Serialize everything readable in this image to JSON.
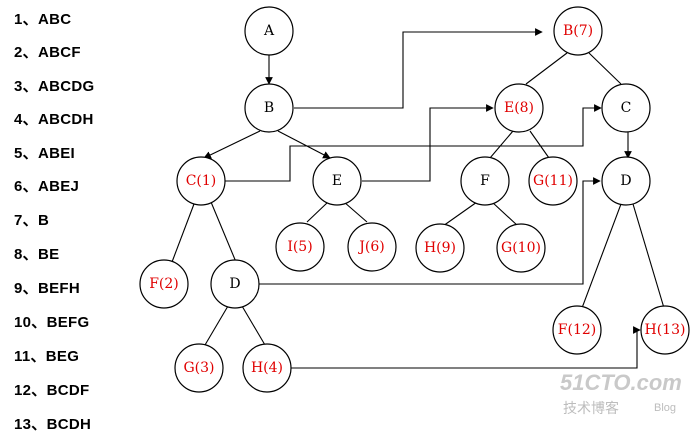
{
  "paths": [
    "1、ABC",
    "2、ABCF",
    "3、ABCDG",
    "4、ABCDH",
    "5、ABEI",
    "6、ABEJ",
    "7、B",
    "8、BE",
    "9、BEFH",
    "10、BEFG",
    "11、BEG",
    "12、BCDF",
    "13、BCDH"
  ],
  "nodes": {
    "A": "A",
    "B": "B",
    "C1": "C(1)",
    "E": "E",
    "F2": "F(2)",
    "D": "D",
    "I5": "I(5)",
    "J6": "J(6)",
    "G3": "G(3)",
    "H4": "H(4)",
    "B7": "B(7)",
    "E8": "E(8)",
    "C": "C",
    "F": "F",
    "G11": "G(11)",
    "D2": "D",
    "H9": "H(9)",
    "G10": "G(10)",
    "F12": "F(12)",
    "H13": "H(13)"
  },
  "colors": {
    "highlight": "#e00000",
    "normal": "#000000"
  },
  "watermark": {
    "brand": "51CTO.com",
    "subtitle": "技术博客",
    "blog": "Blog"
  }
}
